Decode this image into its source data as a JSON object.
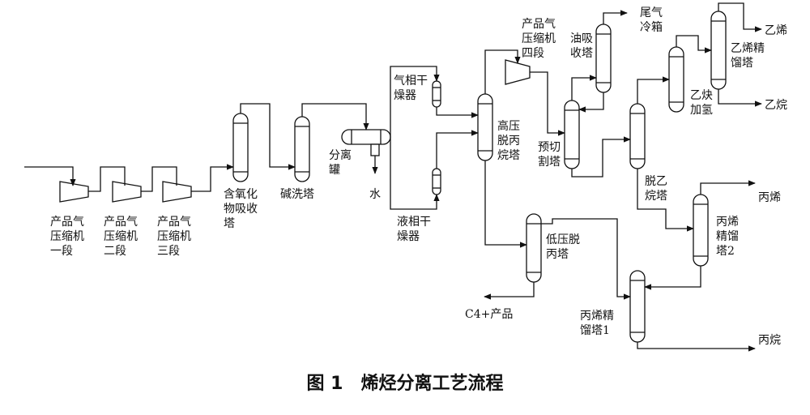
{
  "caption": "图 1　烯烃分离工艺流程",
  "labels": {
    "comp1": [
      "产品气",
      "压缩机",
      "一段"
    ],
    "comp2": [
      "产品气",
      "压缩机",
      "二段"
    ],
    "comp3": [
      "产品气",
      "压缩机",
      "三段"
    ],
    "oxy_absorber": [
      "含氧化",
      "物吸收",
      "塔"
    ],
    "caustic_wash": [
      "碱洗塔"
    ],
    "separator": [
      "分离",
      "罐"
    ],
    "water": [
      "水"
    ],
    "gas_dryer": [
      "气相干",
      "燥器"
    ],
    "liquid_dryer": [
      "液相干",
      "燥器"
    ],
    "hp_depropanizer": [
      "高压",
      "脱丙",
      "烷塔"
    ],
    "comp4": [
      "产品气",
      "压缩机",
      "四段"
    ],
    "pre_cut": [
      "预切",
      "割塔"
    ],
    "oil_absorber": [
      "油吸",
      "收塔"
    ],
    "tail_gas": [
      "尾气",
      "冷箱"
    ],
    "acetylene_hydro": [
      "乙炔",
      "加氢"
    ],
    "ethylene_rect": [
      "乙烯精",
      "馏塔"
    ],
    "ethylene": [
      "乙烯"
    ],
    "ethane": [
      "乙烷"
    ],
    "deethanizer": [
      "脱乙",
      "烷塔"
    ],
    "propylene": [
      "丙烯"
    ],
    "propylene_rect2": [
      "丙烯",
      "精馏",
      "塔2"
    ],
    "lp_depropanizer": [
      "低压脱",
      "丙塔"
    ],
    "c4_product": [
      "C4+产品"
    ],
    "propylene_rect1": [
      "丙烯精",
      "馏塔1"
    ],
    "propane": [
      "丙烷"
    ]
  }
}
